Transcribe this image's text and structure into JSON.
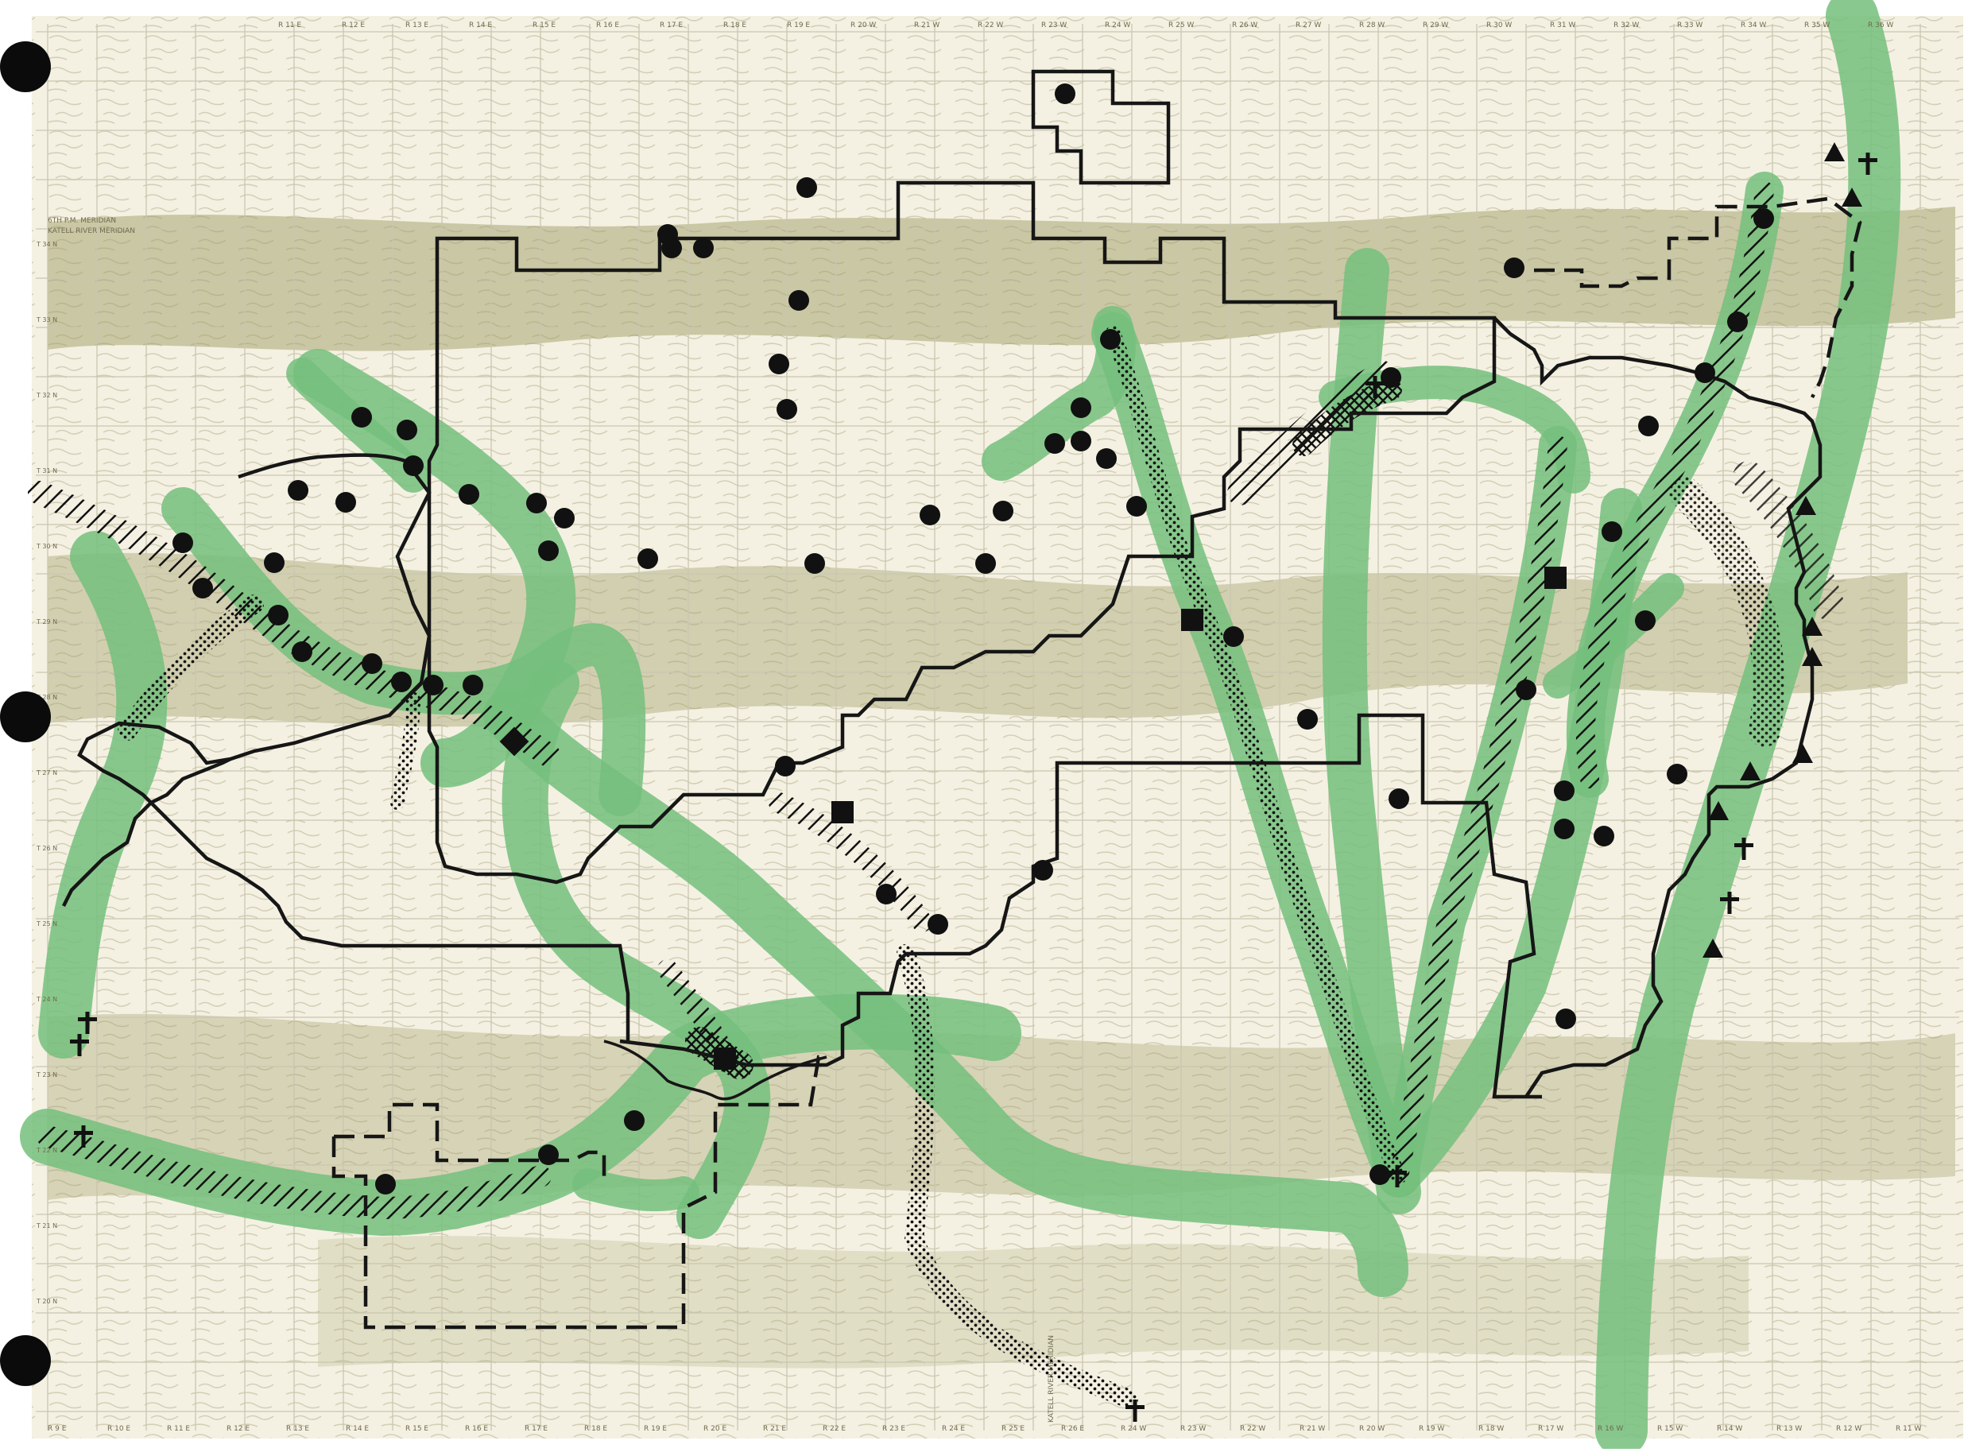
{
  "map": {
    "colors": {
      "paper": "#f4f1e3",
      "terrain": "#bcb98f",
      "terrain_dark": "#9d9a6c",
      "grid": "#c9c6b0",
      "corridor": "#74c07c",
      "boundary": "#161616",
      "symbol": "#111111"
    },
    "meridian_labels": [
      "6TH P.M. MERIDIAN",
      "KATELL RIVER MERIDIAN"
    ],
    "top_range_labels": [
      "R 11 E",
      "R 12 E",
      "R 13 E",
      "R 14 E",
      "R 15 E",
      "R 16 E",
      "R 17 E",
      "R 18 E",
      "R 19 E",
      "R 20 W",
      "R 21 W",
      "R 22 W",
      "R 23 W",
      "R 24 W",
      "R 25 W",
      "R 26 W",
      "R 27 W",
      "R 28 W",
      "R 29 W",
      "R 30 W",
      "R 31 W",
      "R 32 W",
      "R 33 W",
      "R 34 W",
      "R 35 W",
      "R 36 W"
    ],
    "bottom_range_labels": [
      "R 9 E",
      "R 10 E",
      "R 11 E",
      "R 12 E",
      "R 13 E",
      "R 14 E",
      "R 15 E",
      "R 16 E",
      "R 17 E",
      "R 18 E",
      "R 19 E",
      "R 20 E",
      "R 21 E",
      "R 22 E",
      "R 23 E",
      "R 24 E",
      "R 25 E",
      "R 26 E",
      "R 24 W",
      "R 23 W",
      "R 22 W",
      "R 21 W",
      "R 20 W",
      "R 19 W",
      "R 18 W",
      "R 17 W",
      "R 16 W",
      "R 15 W",
      "R 14 W",
      "R 13 W",
      "R 12 W",
      "R 11 W"
    ],
    "left_township_labels": [
      "T 34 N",
      "T 33 N",
      "T 32 N",
      "T 31 N",
      "T 30 N",
      "T 29 N",
      "T 28 N",
      "T 27 N",
      "T 26 N",
      "T 25 N",
      "T 24 N",
      "T 23 N",
      "T 22 N",
      "T 21 N",
      "T 20 N"
    ],
    "bottom_center_label": "KATELL RIVER MERIDIAN",
    "icons": {
      "site": "filled-circle",
      "structure": "filled-square",
      "cemetery": "cross",
      "peak": "triangle",
      "airfield": "airplane"
    }
  }
}
